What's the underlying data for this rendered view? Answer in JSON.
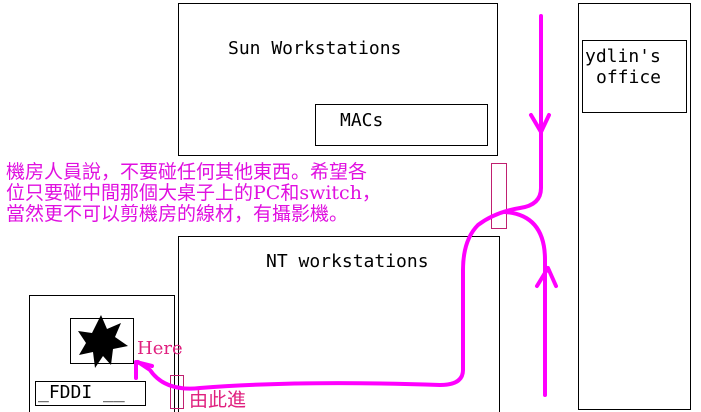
{
  "rooms": {
    "sun": "Sun Workstations",
    "macs": "MACs",
    "nt": "NT workstations",
    "office_line1": "ydlin's",
    "office_line2": "office",
    "fddi": "_FDDI __"
  },
  "notice": {
    "line1": "機房人員說，不要碰任何其他東西。希望各",
    "line2": "位只要碰中間那個大桌子上的PC和switch，",
    "line3": "當然更不可以剪機房的線材，有攝影機。"
  },
  "markers": {
    "here": "Here",
    "entrance": "由此進"
  },
  "colors": {
    "path": "#ff00ff",
    "label": "#e0207f",
    "lines": "#000000"
  }
}
